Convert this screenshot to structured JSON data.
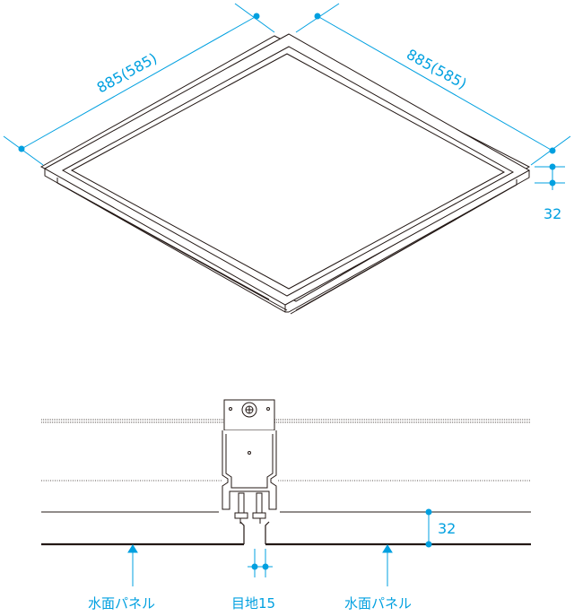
{
  "dimensions": {
    "width_left": "885(585)",
    "width_right": "885(585)",
    "frame_height": "32",
    "section_height": "32"
  },
  "labels": {
    "panel_left": "水面パネル",
    "joint": "目地15",
    "panel_right": "水面パネル"
  },
  "colors": {
    "dimension": "#00a0e0",
    "line": "#231815"
  }
}
